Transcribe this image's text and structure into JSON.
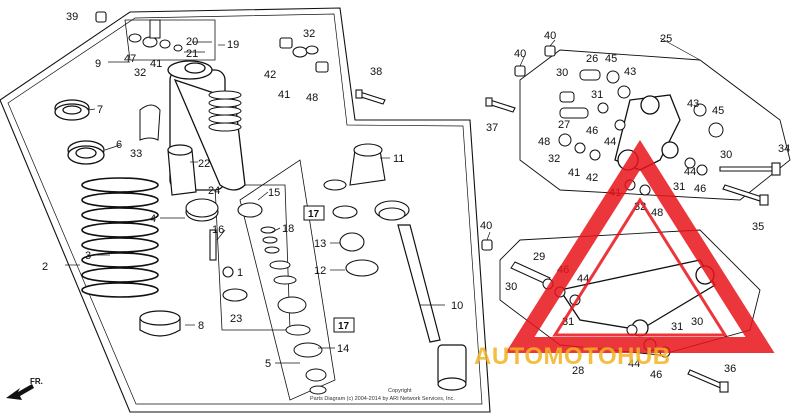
{
  "diagram": {
    "callouts": {
      "n1": "1",
      "n2": "2",
      "n3": "3",
      "n4": "4",
      "n5": "5",
      "n6": "6",
      "n7": "7",
      "n8": "8",
      "n9": "9",
      "n10": "10",
      "n11": "11",
      "n12": "12",
      "n13": "13",
      "n14": "14",
      "n15": "15",
      "n16": "16",
      "n17": "17",
      "n18": "18",
      "n19": "19",
      "n20": "20",
      "n21": "21",
      "n22": "22",
      "n23": "23",
      "n24": "24",
      "n25": "25",
      "n26": "26",
      "n27": "27",
      "n28": "28",
      "n29": "29",
      "n30": "30",
      "n31": "31",
      "n32": "32",
      "n33": "33",
      "n34": "34",
      "n35": "35",
      "n36": "36",
      "n37": "37",
      "n38": "38",
      "n39": "39",
      "n40": "40",
      "n41": "41",
      "n42": "42",
      "n43": "43",
      "n44": "44",
      "n45": "45",
      "n46": "46",
      "n47": "47",
      "n48": "48"
    },
    "direction_label": "FR.",
    "copyright_line1": "Copyright",
    "copyright_line2": "Parts Diagram (c) 2004-2014 by ARI Network Services, Inc."
  },
  "watermark": {
    "text": "AUTOMOTOHUB",
    "color_triangle": "#e8141a",
    "color_text": "#f0b424"
  },
  "colors": {
    "line": "#111111",
    "background": "#ffffff"
  }
}
